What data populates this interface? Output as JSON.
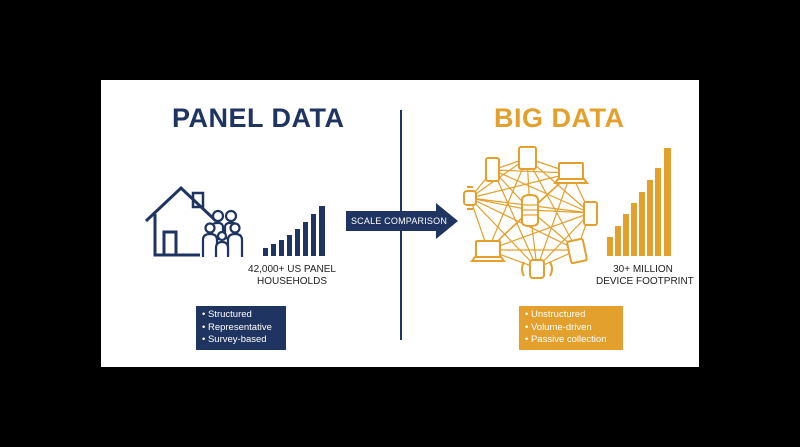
{
  "panel": {
    "title": "PANEL DATA",
    "caption_line1": "42,000+ US PANEL",
    "caption_line2": "HOUSEHOLDS",
    "bullets": [
      "Structured",
      "Representative",
      "Survey-based"
    ],
    "color": "#1f3461"
  },
  "big": {
    "title": "BIG DATA",
    "caption_line1": "30+ MILLION",
    "caption_line2": "DEVICE FOOTPRINT",
    "bullets": [
      "Unstructured",
      "Volume-driven",
      "Passive collection"
    ],
    "color": "#e3a02d"
  },
  "comparison": {
    "label": "SCALE COMPARISON"
  },
  "icons": {
    "panel": [
      "house-icon",
      "family-icon",
      "rising-bars-icon"
    ],
    "big": [
      "device-network-icon",
      "rising-bars-icon"
    ],
    "center": "right-arrow-icon"
  }
}
